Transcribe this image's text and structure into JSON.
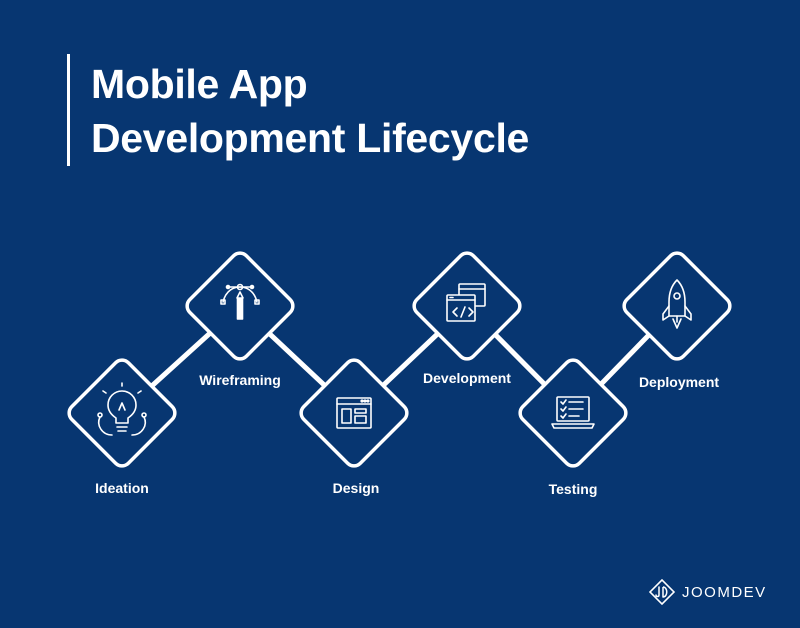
{
  "title": {
    "line1": "Mobile App",
    "line2": "Development Lifecycle"
  },
  "steps": [
    {
      "label": "Ideation",
      "icon": "lightbulb-icon"
    },
    {
      "label": "Wireframing",
      "icon": "vector-pen-icon"
    },
    {
      "label": "Design",
      "icon": "layout-window-icon"
    },
    {
      "label": "Development",
      "icon": "code-windows-icon"
    },
    {
      "label": "Testing",
      "icon": "laptop-checklist-icon"
    },
    {
      "label": "Deployment",
      "icon": "rocket-icon"
    }
  ],
  "brand": {
    "name": "JOOMDEV",
    "icon": "joomdev-logo-icon"
  },
  "colors": {
    "background": "#073671",
    "foreground": "#ffffff"
  }
}
